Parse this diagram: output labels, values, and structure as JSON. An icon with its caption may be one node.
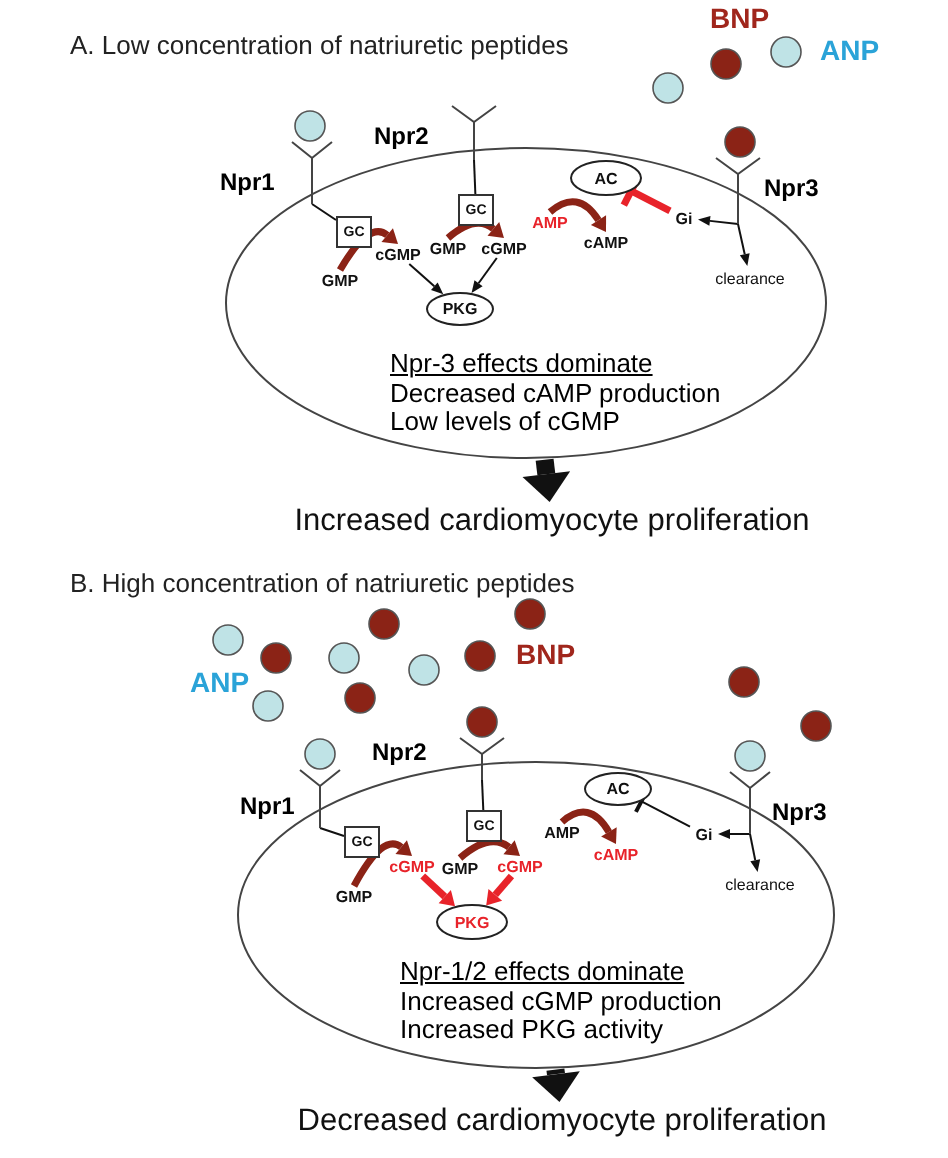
{
  "diagram": {
    "nodes": [
      {
        "text": [
          "Npr-3 effects dominate",
          "Decreased cAMP production",
          "Low levels of cGMP"
        ]
      },
      {
        "text": [],
        "shape": "receptor",
        "beside": [
          "Npr1"
        ]
      },
      {
        "text": [],
        "shape": "receptor",
        "beside": [
          "Npr2"
        ]
      },
      {
        "text": [],
        "shape": "receptor",
        "beside": [
          "Npr3"
        ]
      },
      {
        "text": [
          "GC"
        ],
        "in": 0
      },
      {
        "text": [
          "GC"
        ],
        "in": 0
      },
      {
        "text": [
          "GMP"
        ],
        "in": 0
      },
      {
        "text": [
          "cGMP"
        ],
        "in": 0
      },
      {
        "text": [
          "GMP"
        ],
        "in": 0
      },
      {
        "text": [
          "cGMP"
        ],
        "in": 0
      },
      {
        "text": [
          "PKG"
        ],
        "in": 0
      },
      {
        "text": [
          "AC"
        ],
        "in": 0
      },
      {
        "text": [
          "AMP"
        ],
        "in": 0
      },
      {
        "text": [
          "cAMP"
        ],
        "in": 0
      },
      {
        "text": [
          "Gi"
        ],
        "in": 0
      },
      {
        "text": [
          "clearance"
        ],
        "in": 0
      },
      {
        "text": [
          "Increased cardiomyocyte proliferation"
        ]
      },
      {
        "text": [
          "Npr-1/2 effects dominate",
          "Increased cGMP production",
          "Increased PKG activity"
        ]
      },
      {
        "text": [],
        "shape": "receptor",
        "beside": [
          "Npr1"
        ]
      },
      {
        "text": [],
        "shape": "receptor",
        "beside": [
          "Npr2"
        ]
      },
      {
        "text": [],
        "shape": "receptor",
        "beside": [
          "Npr3"
        ]
      },
      {
        "text": [
          "GC"
        ],
        "in": 17
      },
      {
        "text": [
          "GC"
        ],
        "in": 17
      },
      {
        "text": [
          "GMP"
        ],
        "in": 17
      },
      {
        "text": [
          "cGMP"
        ],
        "in": 17
      },
      {
        "text": [
          "GMP"
        ],
        "in": 17
      },
      {
        "text": [
          "cGMP"
        ],
        "in": 17
      },
      {
        "text": [
          "PKG"
        ],
        "in": 17
      },
      {
        "text": [
          "AC"
        ],
        "in": 17
      },
      {
        "text": [
          "AMP"
        ],
        "in": 17
      },
      {
        "text": [
          "cAMP"
        ],
        "in": 17
      },
      {
        "text": [
          "Gi"
        ],
        "in": 17
      },
      {
        "text": [
          "clearance"
        ],
        "in": 17
      },
      {
        "text": [
          "Decreased cardiomyocyte proliferation"
        ]
      }
    ],
    "edges": [
      {
        "from": 1,
        "to": 4,
        "arrow": "none"
      },
      {
        "from": 2,
        "to": 5,
        "arrow": "none"
      },
      {
        "from": 6,
        "to": 7,
        "arrow": "to",
        "style": "thick",
        "color": "#8b2316"
      },
      {
        "from": 8,
        "to": 9,
        "arrow": "to",
        "style": "thick",
        "color": "#8b2316"
      },
      {
        "from": 7,
        "to": 10,
        "arrow": "to"
      },
      {
        "from": 9,
        "to": 10,
        "arrow": "to"
      },
      {
        "from": 12,
        "to": 13,
        "arrow": "to",
        "style": "thick",
        "color": "#8b2316"
      },
      {
        "from": 14,
        "to": 11,
        "arrow": "other",
        "style": "thick",
        "color": "#e8232a"
      },
      {
        "from": 3,
        "to": 14,
        "arrow": "to"
      },
      {
        "from": 3,
        "to": 15,
        "arrow": "to"
      },
      {
        "from": 0,
        "to": 16,
        "arrow": "to",
        "style": "thick"
      },
      {
        "from": 18,
        "to": 21,
        "arrow": "none"
      },
      {
        "from": 19,
        "to": 22,
        "arrow": "none"
      },
      {
        "from": 23,
        "to": 24,
        "arrow": "to",
        "style": "thick",
        "color": "#8b2316"
      },
      {
        "from": 25,
        "to": 26,
        "arrow": "to",
        "style": "thick",
        "color": "#8b2316"
      },
      {
        "from": 24,
        "to": 27,
        "arrow": "to",
        "style": "thick",
        "color": "#e8232a"
      },
      {
        "from": 26,
        "to": 27,
        "arrow": "to",
        "style": "thick",
        "color": "#e8232a"
      },
      {
        "from": 29,
        "to": 30,
        "arrow": "to",
        "style": "thick",
        "color": "#8b2316"
      },
      {
        "from": 31,
        "to": 28,
        "arrow": "other"
      },
      {
        "from": 20,
        "to": 31,
        "arrow": "to"
      },
      {
        "from": 20,
        "to": 32,
        "arrow": "to"
      },
      {
        "from": 17,
        "to": 33,
        "arrow": "to",
        "style": "thick"
      }
    ],
    "labels": [
      "BNP",
      "A. Low concentration of natriuretic peptides",
      "ANP",
      "B. High concentration of natriuretic peptides",
      "BNP",
      "ANP"
    ]
  }
}
